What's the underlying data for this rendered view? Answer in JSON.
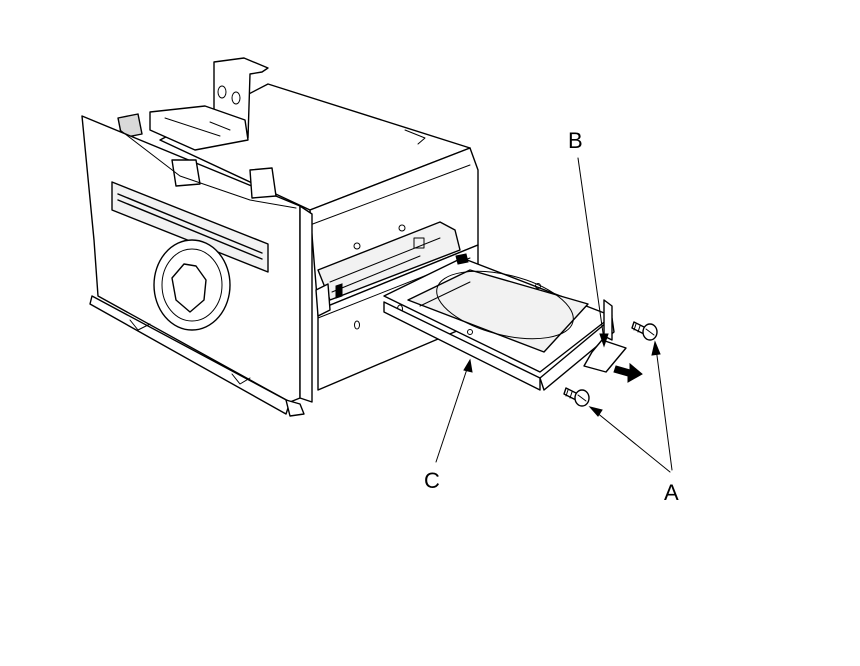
{
  "callouts": {
    "a": "A",
    "b": "B",
    "c": "C"
  },
  "parts": {
    "a": "screw-icon",
    "b": "tab-icon",
    "c": "hard-drive-tray-icon"
  }
}
